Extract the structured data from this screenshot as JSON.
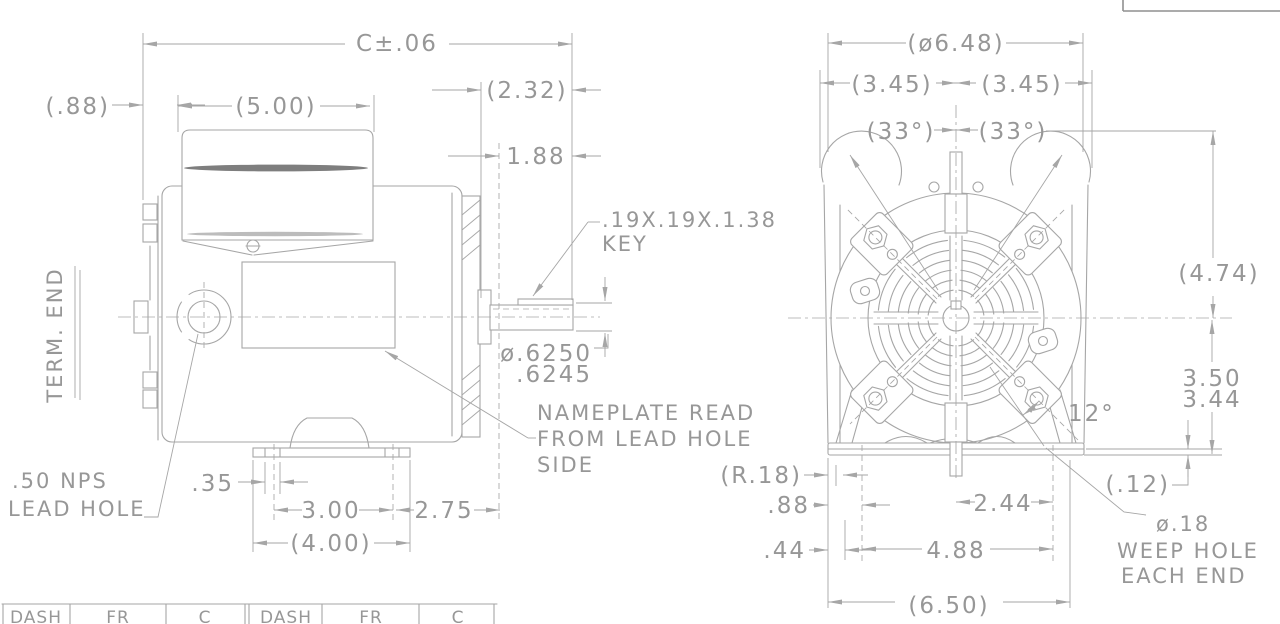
{
  "colors": {
    "line": "#a6a6a6",
    "text": "#979797",
    "slot": "#7e7e7e"
  },
  "side_view": {
    "dim_c": "C±.06",
    "dim_088": "(.88)",
    "dim_500": "(5.00)",
    "dim_232": "(2.32)",
    "dim_188": "1.88",
    "key_spec_line1": ".19X.19X.1.38",
    "key_spec_line2": "KEY",
    "shaft_dia_line1": "ø.6250",
    "shaft_dia_line2": ".6245",
    "nameplate_note_line1": "NAMEPLATE READ",
    "nameplate_note_line2": "FROM LEAD HOLE",
    "nameplate_note_line3": "SIDE",
    "lead_hole_label_line1": ".50 NPS",
    "lead_hole_label_line2": "LEAD HOLE",
    "term_end_label": "TERM. END",
    "dim_035": ".35",
    "dim_300": "3.00",
    "dim_275": "2.75",
    "dim_400": "(4.00)"
  },
  "rear_view": {
    "dim_648": "(ø6.48)",
    "dim_345_left": "(3.45)",
    "dim_345_right": "(3.45)",
    "dim_33_left": "(33°)",
    "dim_33_right": "(33°)",
    "dim_474": "(4.74)",
    "dim_350": "3.50",
    "dim_344": "3.44",
    "dim_12": "12°",
    "dim_r18": "(R.18)",
    "dim_088": ".88",
    "dim_244": "2.44",
    "dim_044": ".44",
    "dim_488": "4.88",
    "dim_012": "(.12)",
    "weep_label_line1": "ø.18",
    "weep_label_line2": "WEEP HOLE",
    "weep_label_line3": "EACH END",
    "dim_650": "(6.50)"
  },
  "table": {
    "headers": [
      "DASH",
      "FR",
      "C",
      "DASH",
      "FR",
      "C"
    ]
  }
}
